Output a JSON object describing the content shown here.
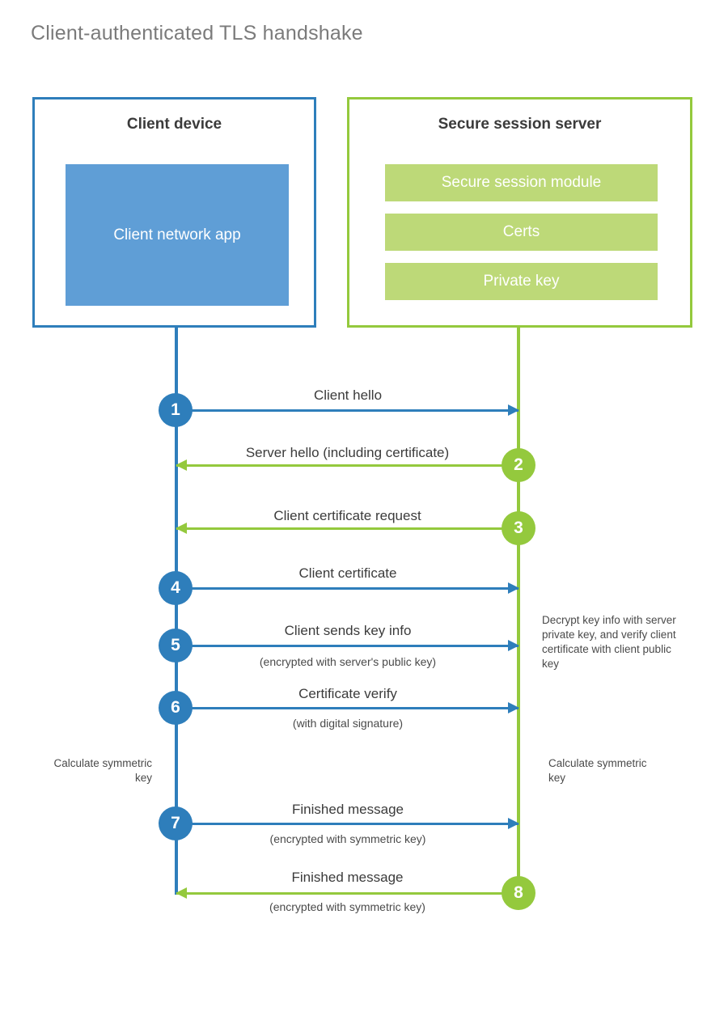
{
  "title": "Client-authenticated TLS handshake",
  "colors": {
    "blue_dark": "#2e7ebb",
    "blue_light": "#5f9ed6",
    "green_dark": "#94c93d",
    "green_light": "#bdd978",
    "title_gray": "#7b7b7b",
    "text_dark": "#3b3b3b"
  },
  "actors": {
    "client": {
      "title": "Client device",
      "app_label": "Client network app"
    },
    "server": {
      "title": "Secure session server",
      "modules": [
        {
          "label": "Secure session module"
        },
        {
          "label": "Certs"
        },
        {
          "label": "Private key"
        }
      ]
    }
  },
  "steps": [
    {
      "number": "1",
      "label": "Client hello",
      "sub": "",
      "direction": "right",
      "side": "client"
    },
    {
      "number": "2",
      "label": "Server hello (including certificate)",
      "sub": "",
      "direction": "left",
      "side": "server"
    },
    {
      "number": "3",
      "label": "Client certificate request",
      "sub": "",
      "direction": "left",
      "side": "server"
    },
    {
      "number": "4",
      "label": "Client certificate",
      "sub": "",
      "direction": "right",
      "side": "client"
    },
    {
      "number": "5",
      "label": "Client sends key info",
      "sub": "(encrypted with server's public key)",
      "direction": "right",
      "side": "client"
    },
    {
      "number": "6",
      "label": "Certificate verify",
      "sub": "(with digital signature)",
      "direction": "right",
      "side": "client"
    },
    {
      "number": "7",
      "label": "Finished message",
      "sub": "(encrypted with symmetric key)",
      "direction": "right",
      "side": "client"
    },
    {
      "number": "8",
      "label": "Finished message",
      "sub": "(encrypted with symmetric key)",
      "direction": "left",
      "side": "server"
    }
  ],
  "notes": {
    "server_decrypt": "Decrypt key info with server private key, and verify client certificate with client public key",
    "client_calc": "Calculate symmetric key",
    "server_calc": "Calculate symmetric key"
  }
}
